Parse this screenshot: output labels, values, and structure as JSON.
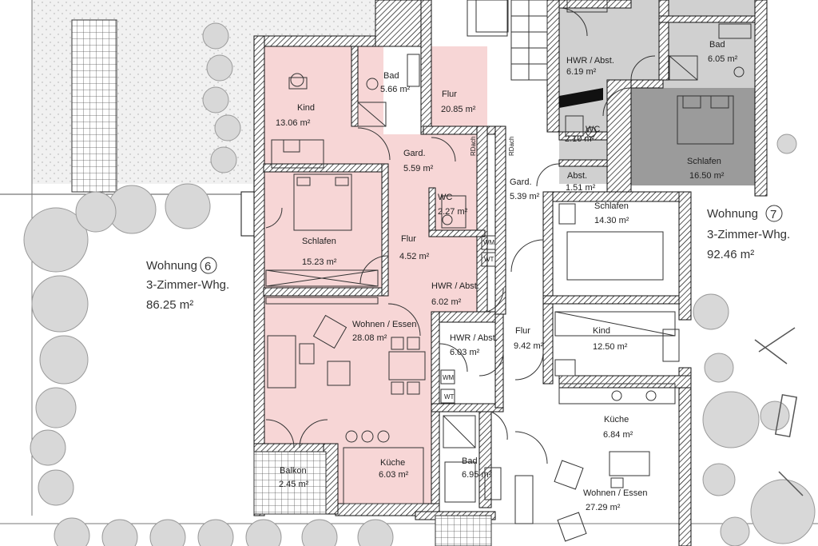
{
  "colors": {
    "apartment6_fill": "#f7d6d6",
    "apartment7_dark": "#9b9b9b",
    "apartment7_grey": "#d0d0d0",
    "walls": "#111111"
  },
  "apartment6": {
    "name": "Wohnung",
    "number": "6",
    "type": "3-Zimmer-Whg.",
    "area": "86.25 m²"
  },
  "apartment7": {
    "name": "Wohnung",
    "number": "7",
    "type": "3-Zimmer-Whg.",
    "area": "92.46 m²"
  },
  "rooms": [
    {
      "name": "Kind",
      "area": "13.06 m²"
    },
    {
      "name": "Bad",
      "area": "5.66 m²"
    },
    {
      "name": "Flur",
      "area": "20.85 m²"
    },
    {
      "name": "Gard.",
      "area": "5.59 m²"
    },
    {
      "name": "Schlafen",
      "area": "15.23 m²"
    },
    {
      "name": "WC",
      "area": "2.27 m²"
    },
    {
      "name": "Flur",
      "area": "4.52 m²"
    },
    {
      "name": "HWR / Abst.",
      "area": "6.02 m²"
    },
    {
      "name": "Wohnen / Essen",
      "area": "28.08 m²"
    },
    {
      "name": "Balkon",
      "area": "2.45 m²"
    },
    {
      "name": "Küche",
      "area": "6.03 m²"
    },
    {
      "name": "HWR / Abst.",
      "area": "6.03 m²"
    },
    {
      "name": "Flur",
      "area": "9.42 m²"
    },
    {
      "name": "Bad",
      "area": "6.95 m²"
    },
    {
      "name": "Gard.",
      "area": "5.39 m²"
    },
    {
      "name": "Abst.",
      "area": "1.51 m²"
    },
    {
      "name": "WC",
      "area": "2.10 m²"
    },
    {
      "name": "Schlafen",
      "area": "14.30 m²"
    },
    {
      "name": "Kind",
      "area": "12.50 m²"
    },
    {
      "name": "Küche",
      "area": "6.84 m²"
    },
    {
      "name": "Wohnen / Essen",
      "area": "27.29 m²"
    },
    {
      "name": "HWR / Abst.",
      "area": "6.19 m²"
    },
    {
      "name": "Bad",
      "area": "6.05 m²"
    },
    {
      "name": "Schlafen",
      "area": "16.50 m²"
    }
  ],
  "fixtures": {
    "washer": "WM",
    "dryer": "WT",
    "smoke_vent": "RDach"
  }
}
